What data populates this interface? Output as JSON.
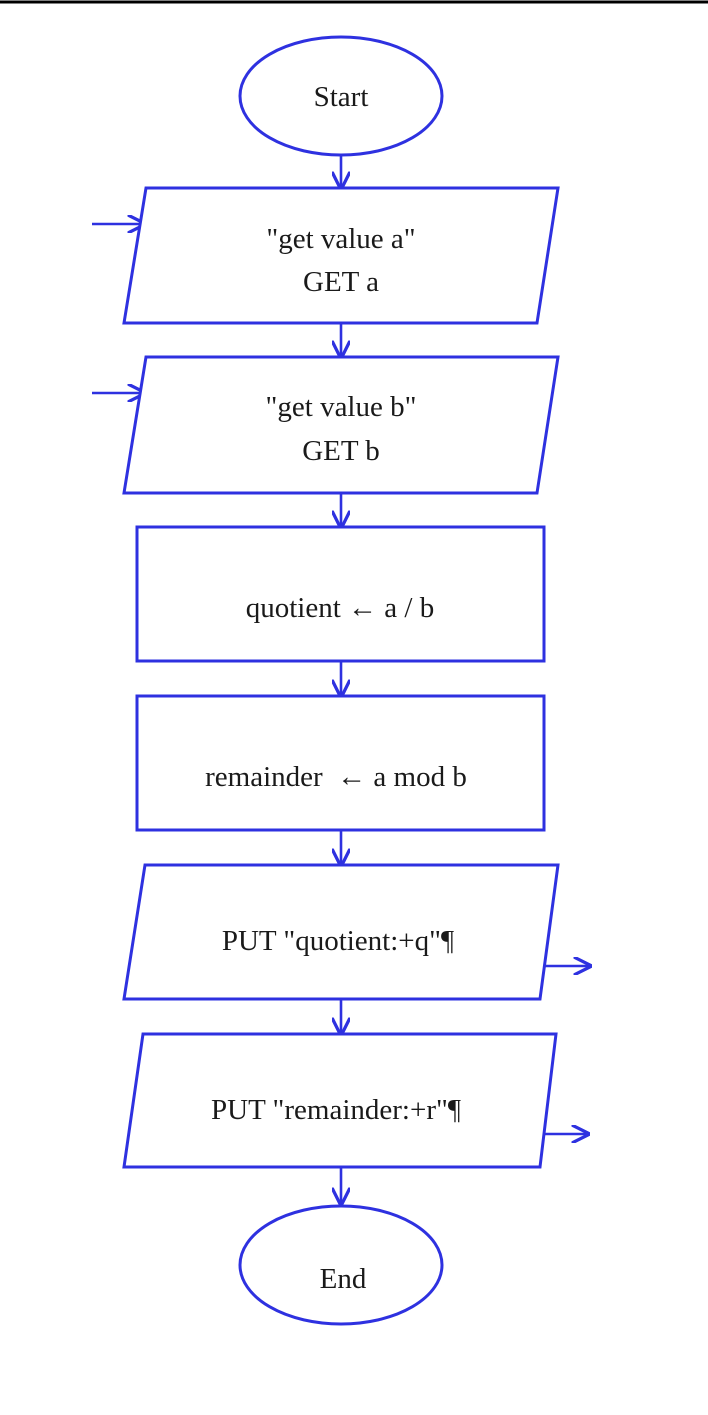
{
  "colors": {
    "stroke": "#2e31e0",
    "text": "#1a1a1a",
    "top_rule": "#000000"
  },
  "nodes": {
    "start": {
      "label": "Start"
    },
    "input_a": {
      "line1": "\"get value a\"",
      "line2": "GET a"
    },
    "input_b": {
      "line1": "\"get value b\"",
      "line2": "GET b"
    },
    "quotient": {
      "label": "quotient ← a / b"
    },
    "remainder": {
      "label": "remainder  ← a mod b"
    },
    "output_q": {
      "label": "PUT \"quotient:+q\"¶"
    },
    "output_r": {
      "label": "PUT \"remainder:+r\"¶"
    },
    "end": {
      "label": "End"
    }
  }
}
